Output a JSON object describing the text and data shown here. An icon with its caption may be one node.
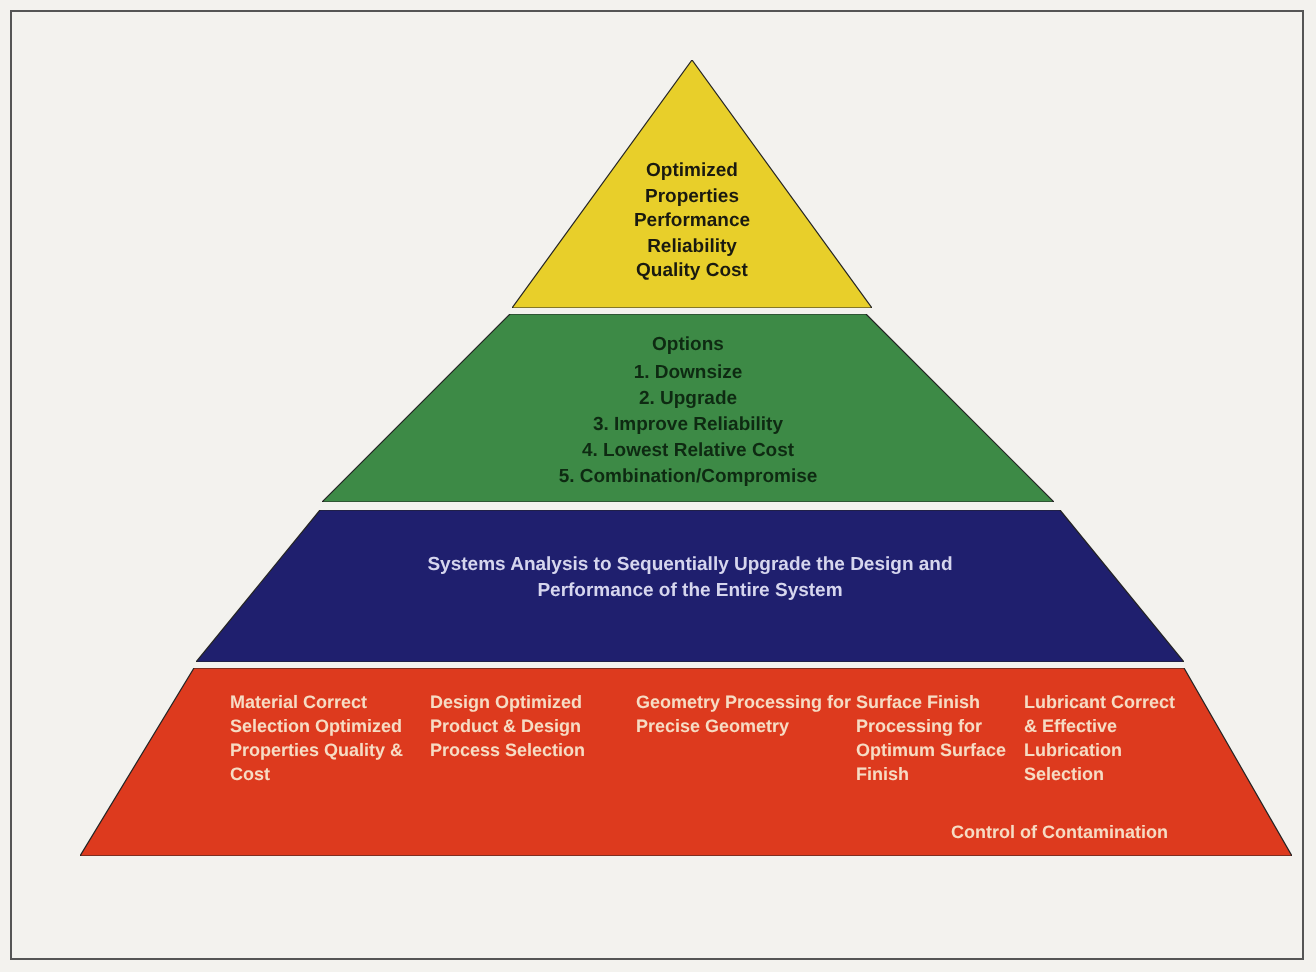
{
  "diagram": {
    "nodes": [
      {
        "text": [
          "Optimized Properties Performance Reliability Quality Cost"
        ]
      },
      {
        "text": [
          "Options",
          "1. Downsize",
          "2. Upgrade",
          "3. Improve Reliability",
          "4. Lowest Relative Cost",
          "5. Combination/Compromise"
        ]
      },
      {
        "text": [
          "Systems Analysis to Sequentially Upgrade the Design and Performance of the Entire System"
        ]
      },
      {
        "text": [
          "Material Correct Selection Optimized Properties Quality & Cost",
          "Design Optimized Product & Design Process Selection",
          "Geometry Processing for Precise Geometry",
          "Surface Finish Processing for Optimum Surface Finish",
          "Lubricant Correct & Effective Lubrication Selection",
          "Control of Contamination"
        ]
      }
    ]
  }
}
